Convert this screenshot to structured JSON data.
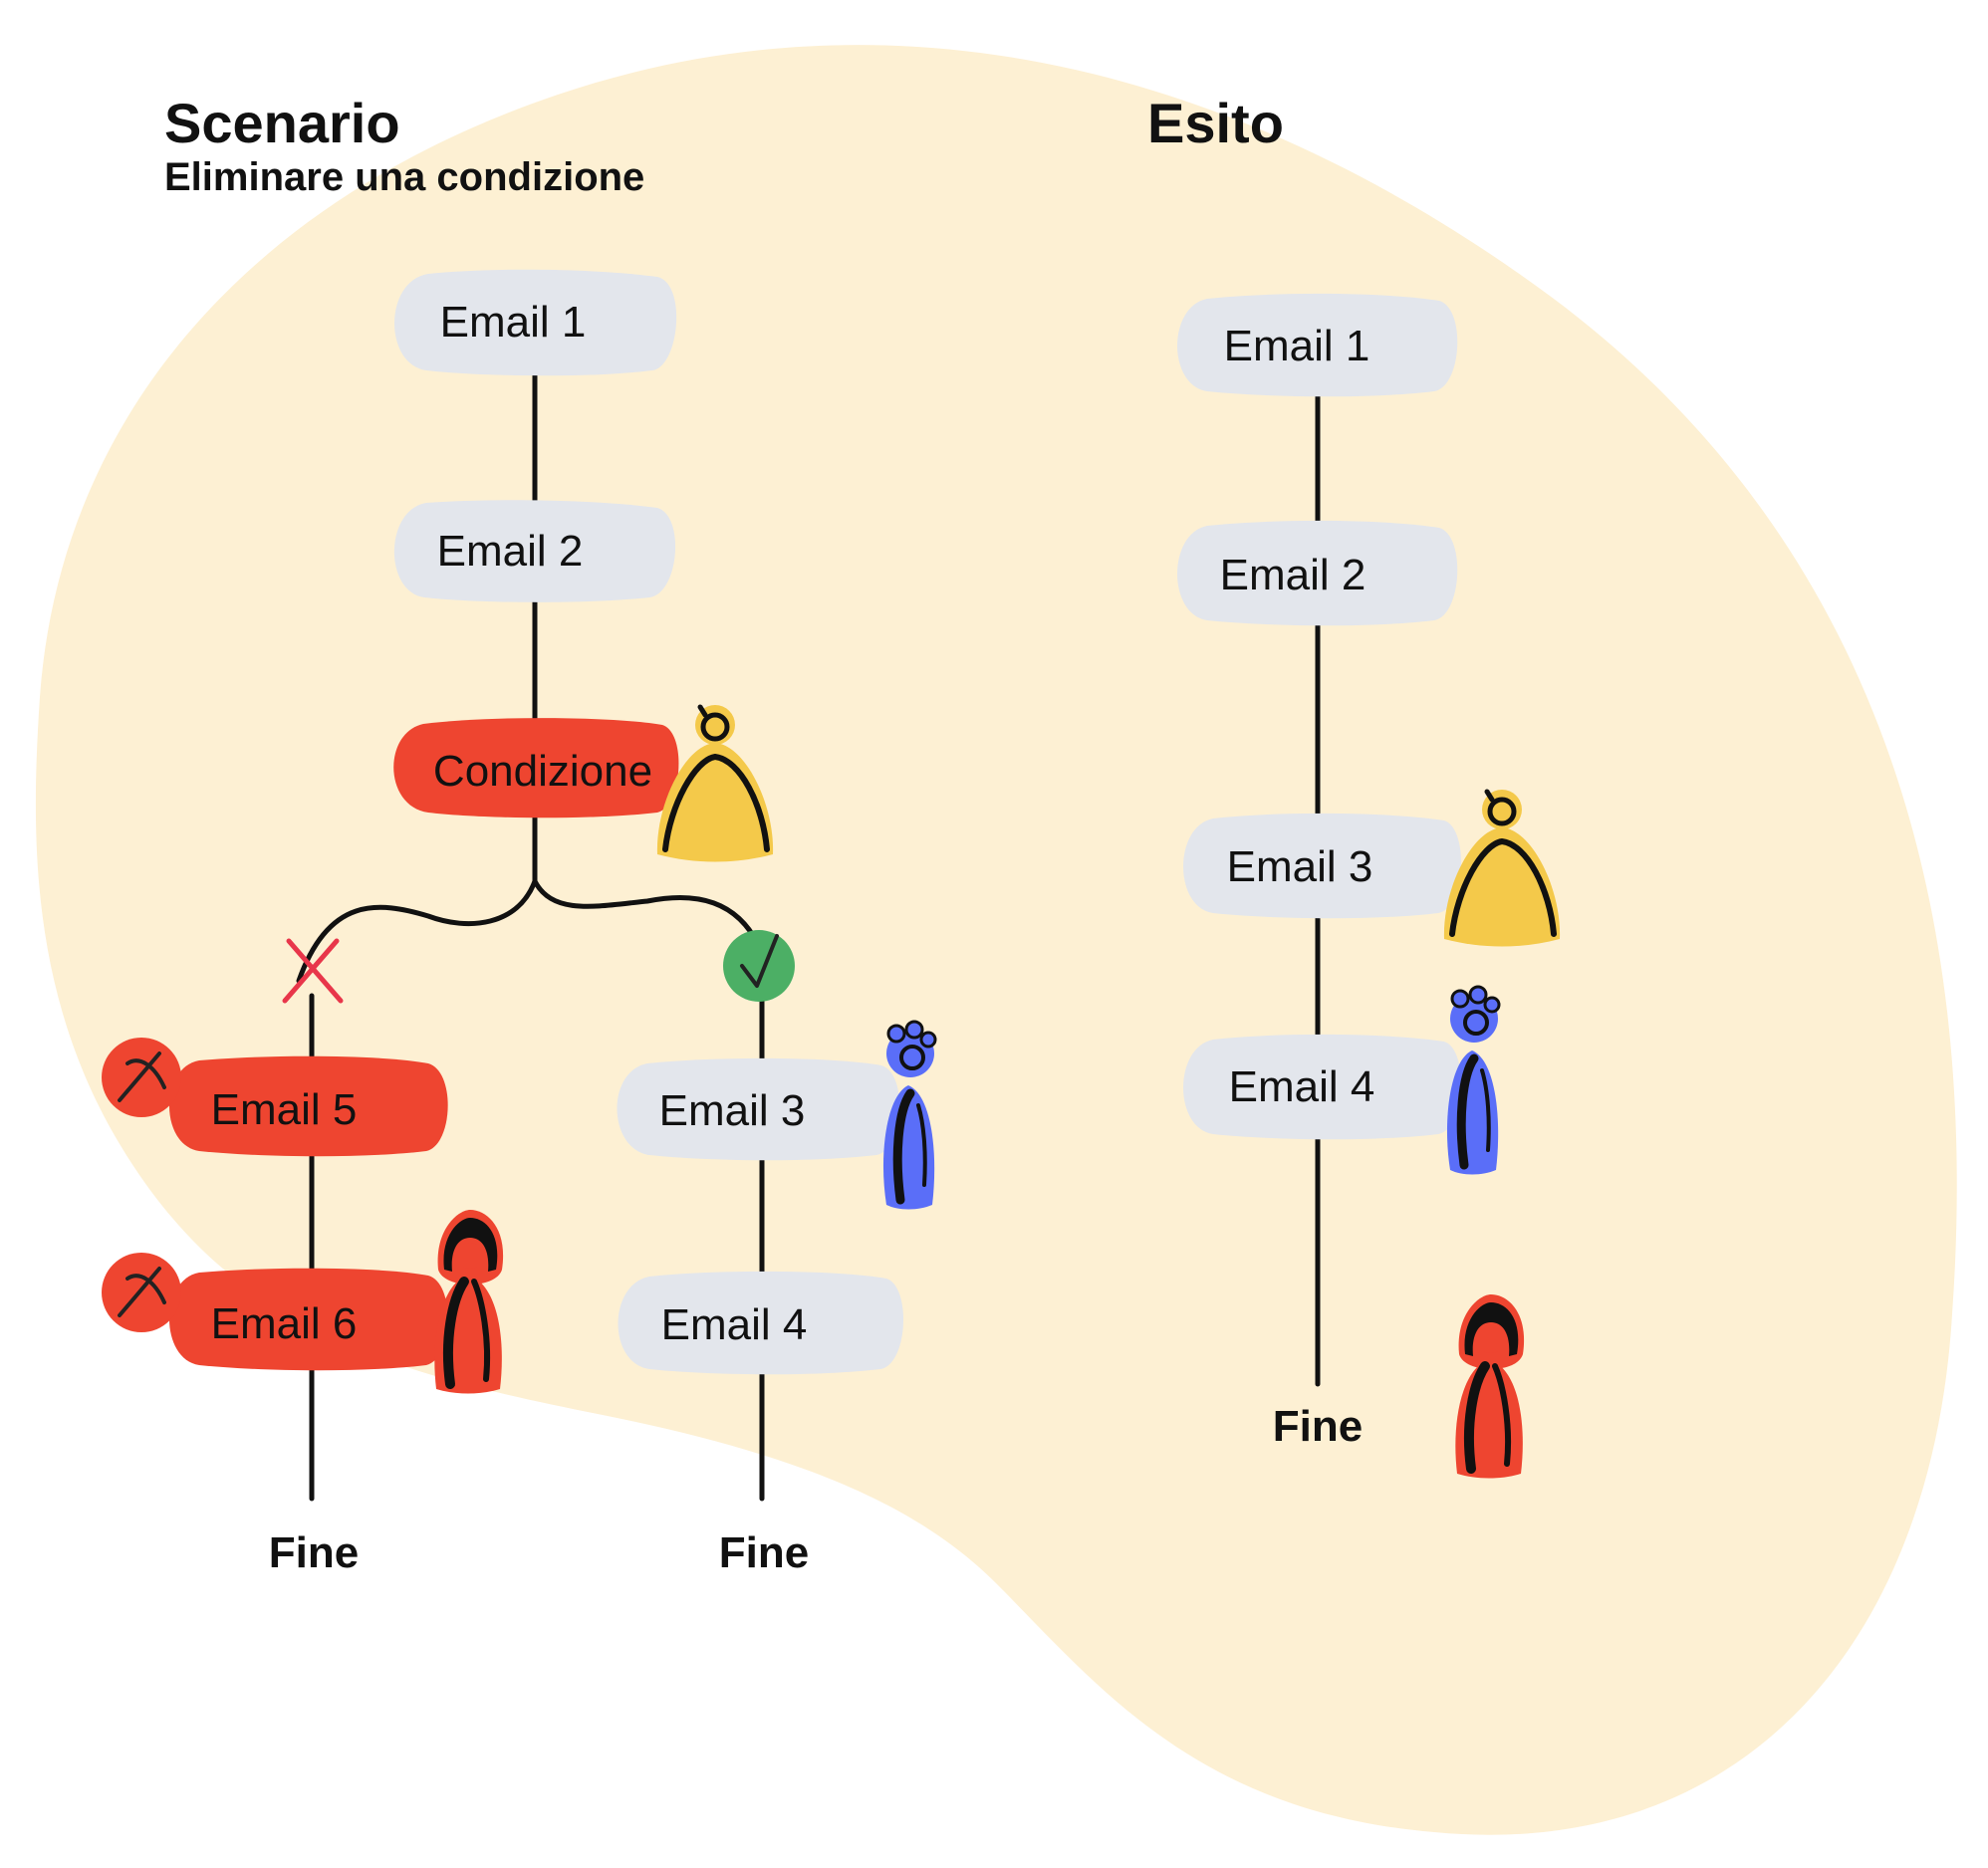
{
  "colors": {
    "blob": "#fdf0d3",
    "grey_node": "#e3e6ec",
    "red_node": "#ee4530",
    "ink": "#111111",
    "yellow_person": "#f4c94a",
    "blue_person": "#5a6ef8",
    "red_person": "#ee4530",
    "check_green": "#4caf65",
    "cross_red": "#e8364a"
  },
  "scenario": {
    "title": "Scenario",
    "subtitle": "Eliminare una condizione",
    "nodes": {
      "email1": "Email 1",
      "email2": "Email 2",
      "condition": "Condizione",
      "email5": "Email 5",
      "email6": "Email 6",
      "email3": "Email 3",
      "email4": "Email 4"
    },
    "end_left": "Fine",
    "end_right": "Fine"
  },
  "result": {
    "title": "Esito",
    "nodes": {
      "email1": "Email 1",
      "email2": "Email 2",
      "email3": "Email 3",
      "email4": "Email 4"
    },
    "end": "Fine"
  }
}
